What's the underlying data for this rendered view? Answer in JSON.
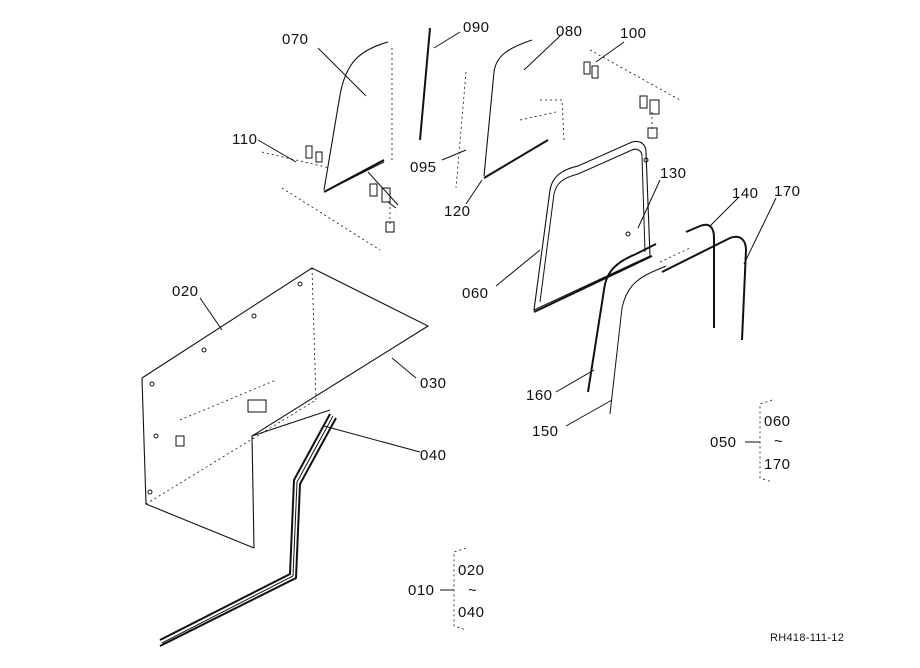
{
  "part_labels": {
    "p070": "070",
    "p090": "090",
    "p080": "080",
    "p100": "100",
    "p110": "110",
    "p095": "095",
    "p120": "120",
    "p130": "130",
    "p140": "140",
    "p170": "170",
    "p060": "060",
    "p020": "020",
    "p030": "030",
    "p040": "040",
    "p160": "160",
    "p150": "150"
  },
  "assembly_050": {
    "label": "050",
    "from": "060",
    "tilde": "~",
    "to": "170"
  },
  "assembly_010": {
    "label": "010",
    "from": "020",
    "tilde": "~",
    "to": "040"
  },
  "drawing_code": "RH418-111-12"
}
